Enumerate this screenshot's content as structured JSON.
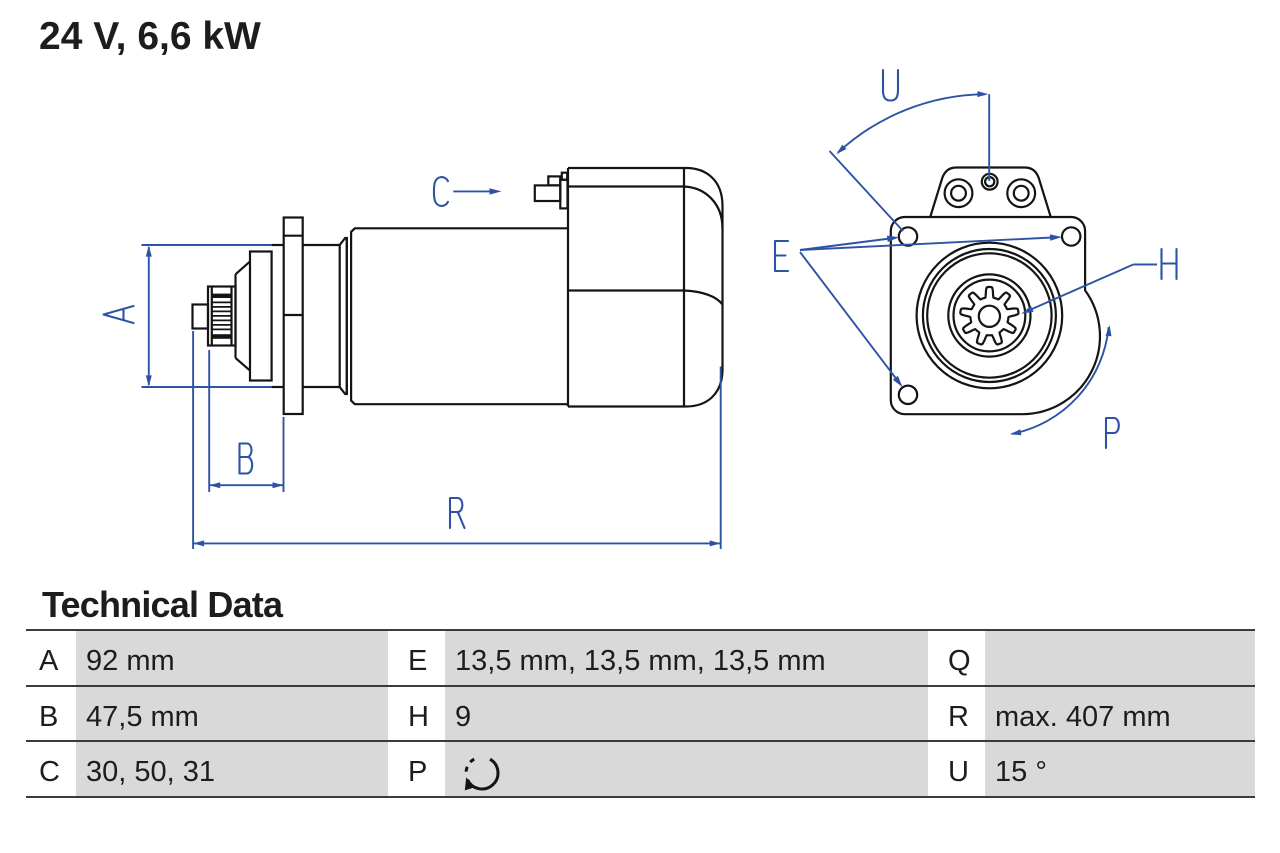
{
  "page": {
    "background": "#ffffff"
  },
  "colors": {
    "dimension_blue": "#2e53a5",
    "drawing_ink": "#141414",
    "table_cell_gray": "#d9d9d9",
    "table_border": "#3b3b3b",
    "text": "#1d1d1d"
  },
  "header": {
    "title": "24 V, 6,6 kW"
  },
  "diagram": {
    "type": "technical-drawing",
    "subject": "starter motor – side view and drive-end front view",
    "side_view_dimensions": [
      {
        "letter": "A",
        "meaning": "housing diameter"
      },
      {
        "letter": "B",
        "meaning": "pinion to flange length"
      },
      {
        "letter": "C",
        "meaning": "terminal view direction"
      },
      {
        "letter": "R",
        "meaning": "overall length"
      }
    ],
    "front_view_dimensions": [
      {
        "letter": "U",
        "meaning": "hole angle"
      },
      {
        "letter": "E",
        "meaning": "mounting holes"
      },
      {
        "letter": "H",
        "meaning": "pinion teeth"
      },
      {
        "letter": "P",
        "meaning": "rotation direction"
      }
    ],
    "pinion_teeth": 9
  },
  "table": {
    "heading": "Technical Data",
    "rows": [
      {
        "cells": [
          {
            "label": "A",
            "value": "92 mm"
          },
          {
            "label": "E",
            "value": "13,5 mm, 13,5 mm, 13,5 mm"
          },
          {
            "label": "Q",
            "value": ""
          }
        ]
      },
      {
        "cells": [
          {
            "label": "B",
            "value": "47,5 mm"
          },
          {
            "label": "H",
            "value": "9"
          },
          {
            "label": "R",
            "value": "max. 407 mm"
          }
        ]
      },
      {
        "cells": [
          {
            "label": "C",
            "value": "30, 50, 31"
          },
          {
            "label": "P",
            "value": "",
            "value_icon": "rotation-clockwise-icon"
          },
          {
            "label": "U",
            "value": "15 °"
          }
        ]
      }
    ]
  }
}
